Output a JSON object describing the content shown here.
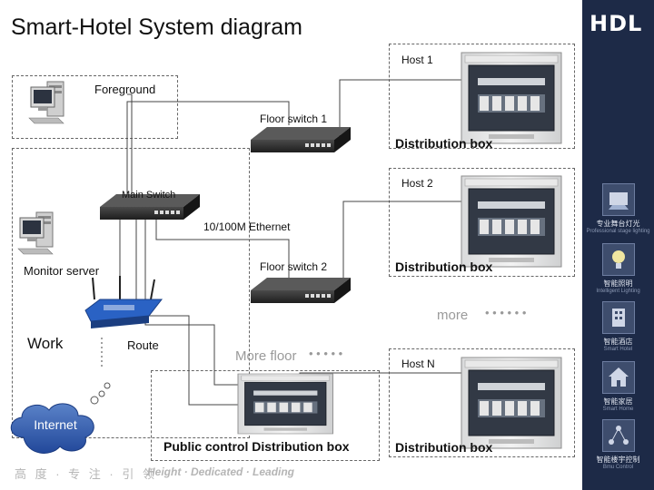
{
  "title": "Smart-Hotel System diagram",
  "labels": {
    "host1": "Host 1",
    "host2": "Host 2",
    "hostn": "Host N",
    "foreground": "Foreground",
    "floor_switch_1": "Floor switch 1",
    "floor_switch_2": "Floor switch 2",
    "main_switch": "Main Switch",
    "ethernet": "10/100M Ethernet",
    "monitor_server": "Monitor server",
    "work": "Work",
    "route": "Route",
    "internet": "Internet",
    "distribution_box_1": "Distribution box",
    "distribution_box_2": "Distribution box",
    "distribution_box_n": "Distribution box",
    "public_box": "Public control Distribution box",
    "more": "more",
    "more_dots": "• • • • • •",
    "more_floor": "More floor",
    "more_floor_dots": "• • • • •"
  },
  "footer": {
    "cn": "高 度 · 专 注 · 引 领",
    "en": "Height · Dedicated · Leading"
  },
  "sidebar": {
    "logo": "HDL",
    "items": [
      {
        "icon": "stage-lighting-icon",
        "cn": "专业舞台灯光",
        "en": "Professional stage lighting"
      },
      {
        "icon": "bulb-icon",
        "cn": "智能照明",
        "en": "Intelligent Lighting"
      },
      {
        "icon": "hotel-building-icon",
        "cn": "智能酒店",
        "en": "Smart Hotel"
      },
      {
        "icon": "house-icon",
        "cn": "智能家居",
        "en": "Smart Home"
      },
      {
        "icon": "network-icon",
        "cn": "智能楼宇控制",
        "en": "Bmu Control"
      }
    ]
  },
  "colors": {
    "sidebar_bg": "#1d2a47",
    "cloud": "#2e5aa8",
    "router": "#2a62c4",
    "switch": "#2b2b2b",
    "line": "#444444"
  }
}
